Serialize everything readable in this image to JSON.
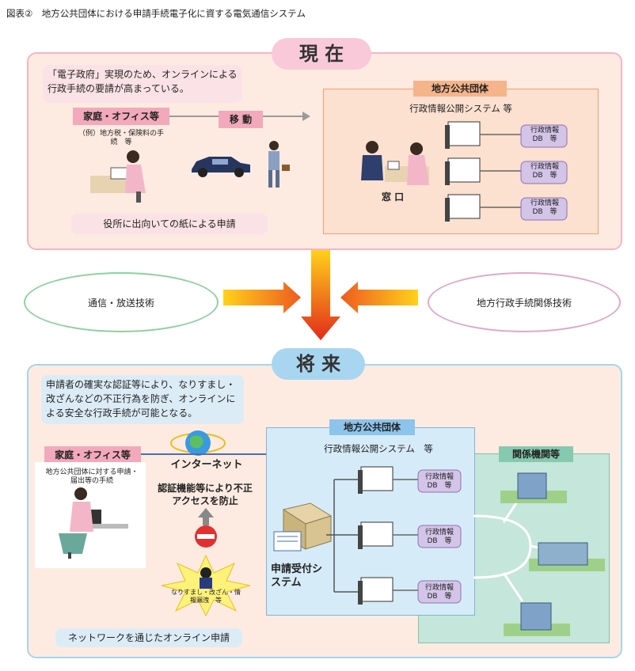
{
  "figure_title": "図表②　地方公共団体における申請手続電子化に資する電気通信システム",
  "present": {
    "title": "現 在",
    "note": "「電子政府」実現のため、オンラインによる行政手続の要請が高まっている。",
    "home_office": "家庭・オフィス等",
    "move": "移 動",
    "example": "（例）地方税・保険料の手続　等",
    "paper": "役所に出向いての紙による申請",
    "local_gov": "地方公共団体",
    "system": "行政情報公開システム 等",
    "window": "窓 口",
    "db_label_1": "行政情報",
    "db_label_2": "DB　等"
  },
  "middle": {
    "left": "通信・放送技術",
    "right": "地方行政手続関係技術"
  },
  "future": {
    "title": "将 来",
    "note": "申請者の確実な認証等により、なりすまし・改ざんなどの不正行為を防ぎ、オンラインによる安全な行政手続が可能となる。",
    "home_office": "家庭・オフィス等",
    "internet": "インターネット",
    "procedure": "地方公共団体に対する申請・届出等の手続",
    "auth": "認証機能等により不正アクセスを防止",
    "threat": "なりすまし・改ざん・情報漏洩　等",
    "local_gov": "地方公共団体",
    "system": "行政情報公開システム　等",
    "reception": "申請受付システム",
    "related": "関係機関等",
    "network": "ネットワークを通じたオンライン申請",
    "db_label_1": "行政情報",
    "db_label_2": "DB　等"
  }
}
